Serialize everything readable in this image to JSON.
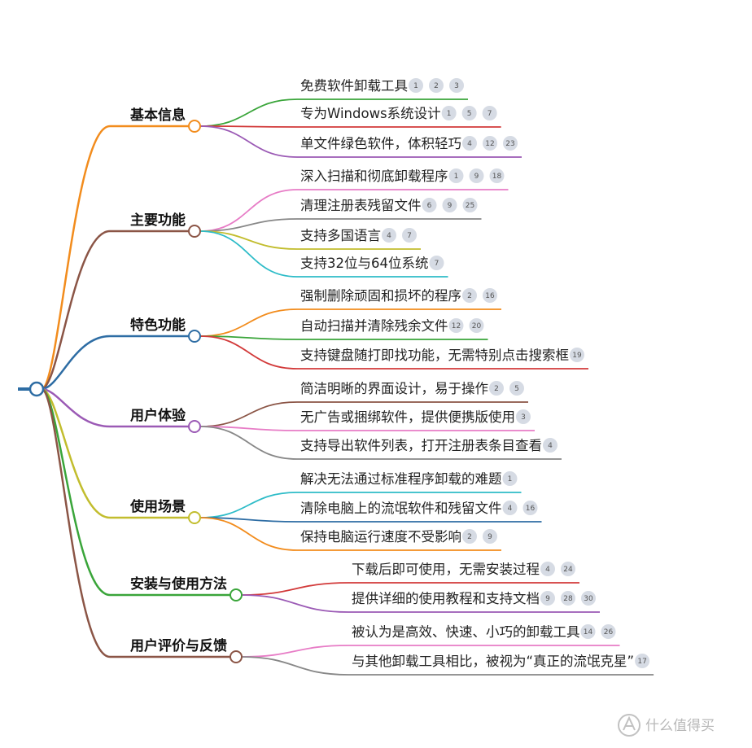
{
  "colors": {
    "root": "#2e6da4",
    "categories": [
      "#f28c1d",
      "#8b5546",
      "#2e6da4",
      "#9b5ab5",
      "#c2bd2e",
      "#3aa53a",
      "#8b5546"
    ],
    "leaves": [
      [
        "#3aa53a",
        "#d23a3a",
        "#9b5ab5"
      ],
      [
        "#e77cc6",
        "#888888",
        "#c2bd2e",
        "#2ebcc8"
      ],
      [
        "#f28c1d",
        "#3aa53a",
        "#d23a3a"
      ],
      [
        "#8b5546",
        "#e77cc6",
        "#888888"
      ],
      [
        "#2ebcc8",
        "#2e6da4",
        "#f28c1d"
      ],
      [
        "#d23a3a",
        "#9b5ab5"
      ],
      [
        "#e77cc6",
        "#888888"
      ]
    ]
  },
  "categories": [
    {
      "label": "基本信息",
      "leaves": [
        {
          "text": "免费软件卸载工具",
          "refs": [
            "1",
            "2",
            "3"
          ]
        },
        {
          "text": "专为Windows系统设计",
          "refs": [
            "1",
            "5",
            "7"
          ]
        },
        {
          "text": "单文件绿色软件，体积轻巧",
          "refs": [
            "4",
            "12",
            "23"
          ]
        }
      ]
    },
    {
      "label": "主要功能",
      "leaves": [
        {
          "text": "深入扫描和彻底卸载程序",
          "refs": [
            "1",
            "9",
            "18"
          ]
        },
        {
          "text": "清理注册表残留文件",
          "refs": [
            "6",
            "9",
            "25"
          ]
        },
        {
          "text": "支持多国语言",
          "refs": [
            "4",
            "7"
          ]
        },
        {
          "text": "支持32位与64位系统",
          "refs": [
            "7"
          ]
        }
      ]
    },
    {
      "label": "特色功能",
      "leaves": [
        {
          "text": "强制删除顽固和损坏的程序",
          "refs": [
            "2",
            "16"
          ]
        },
        {
          "text": "自动扫描并清除残余文件",
          "refs": [
            "12",
            "20"
          ]
        },
        {
          "text": "支持键盘随打即找功能，无需特别点击搜索框",
          "refs": [
            "19"
          ]
        }
      ]
    },
    {
      "label": "用户体验",
      "leaves": [
        {
          "text": "简洁明晰的界面设计，易于操作",
          "refs": [
            "2",
            "5"
          ]
        },
        {
          "text": "无广告或捆绑软件，提供便携版使用",
          "refs": [
            "3"
          ]
        },
        {
          "text": "支持导出软件列表，打开注册表条目查看",
          "refs": [
            "4"
          ]
        }
      ]
    },
    {
      "label": "使用场景",
      "leaves": [
        {
          "text": "解决无法通过标准程序卸载的难题",
          "refs": [
            "1"
          ]
        },
        {
          "text": "清除电脑上的流氓软件和残留文件",
          "refs": [
            "4",
            "16"
          ]
        },
        {
          "text": "保持电脑运行速度不受影响",
          "refs": [
            "2",
            "9"
          ]
        }
      ]
    },
    {
      "label": "安装与使用方法",
      "leaves": [
        {
          "text": "下载后即可使用，无需安装过程",
          "refs": [
            "4",
            "24"
          ]
        },
        {
          "text": "提供详细的使用教程和支持文档",
          "refs": [
            "9",
            "28",
            "30"
          ]
        }
      ]
    },
    {
      "label": "用户评价与反馈",
      "leaves": [
        {
          "text": "被认为是高效、快速、小巧的卸载工具",
          "refs": [
            "14",
            "26"
          ]
        },
        {
          "text": "与其他卸载工具相比，被视为“真正的流氓克星”",
          "refs": [
            "17"
          ]
        }
      ]
    }
  ],
  "watermark": {
    "icon": "zhidemai-logo-icon",
    "text": "什么值得买"
  }
}
